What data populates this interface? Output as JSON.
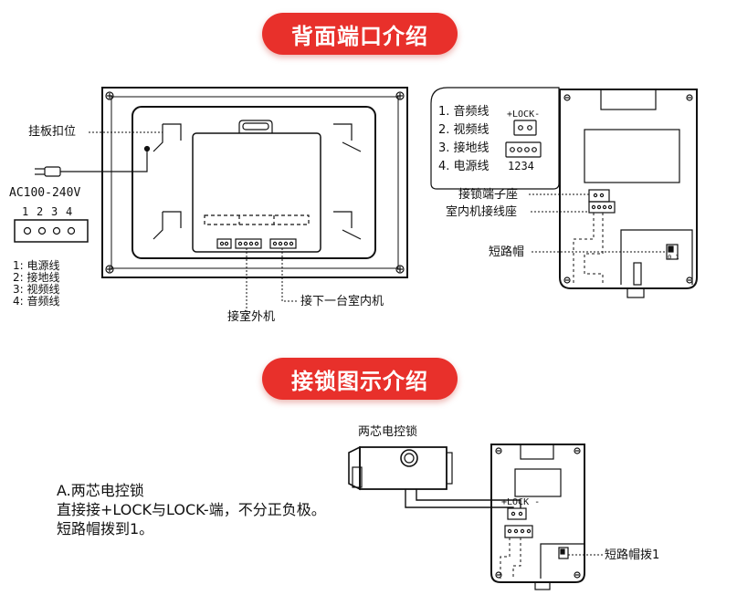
{
  "banners": {
    "rear_ports": "背面端口介绍",
    "lock_wiring": "接锁图示介绍"
  },
  "left_panel": {
    "mount_clip_label": "挂板扣位",
    "power_label": "AC100-240V",
    "terminal_numbers": [
      "1",
      "2",
      "3",
      "4"
    ],
    "legend": [
      "1: 电源线",
      "2: 接地线",
      "3: 视频线",
      "4: 音频线"
    ],
    "outdoor_label": "接室外机",
    "next_indoor_label": "接下一台室内机"
  },
  "right_panel": {
    "wire_list": [
      "1. 音频线",
      "2. 视频线",
      "3. 接地线",
      "4. 电源线"
    ],
    "lock_terminal_text": "+LOCK-",
    "pin_numbers": "1234",
    "lock_socket_label": "接锁端子座",
    "indoor_socket_label": "室内机接线座",
    "jumper_label": "短路帽",
    "jumper_marks": "0 1"
  },
  "lock_section": {
    "lock_title": "两芯电控锁",
    "heading": "A.两芯电控锁",
    "line1": "直接接+LOCK与LOCK-端，不分正负极。",
    "line2": "短路帽拨到1。",
    "lock_terminal_text": "+LOCK -",
    "jumper_label": "短路帽拨1"
  },
  "colors": {
    "banner": "#e8302b",
    "line": "#111111"
  }
}
